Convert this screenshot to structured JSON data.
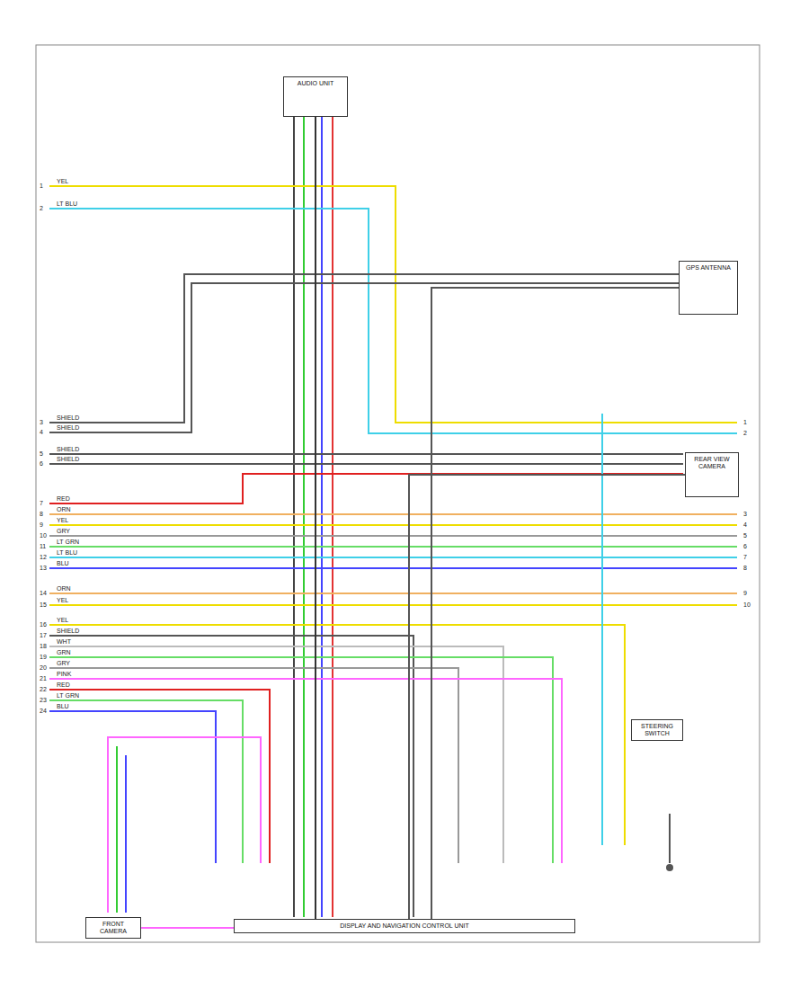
{
  "diagram": {
    "nodes": [
      {
        "text": [
          "AUDIO UNIT"
        ]
      },
      {
        "text": [
          "GPS ANTENNA"
        ]
      },
      {
        "text": [
          "REAR VIEW CAMERA"
        ]
      },
      {
        "text": [
          "DISPLAY AND NAVIGATION CONTROL UNIT"
        ]
      },
      {
        "text": [
          "FRONT CAMERA"
        ]
      },
      {
        "text": [
          "STEERING SWITCH"
        ]
      }
    ],
    "edges": [
      {
        "from": 0,
        "to": 3,
        "arrow": "none"
      },
      {
        "from": 1,
        "to": 3,
        "arrow": "none"
      },
      {
        "from": 2,
        "to": 3,
        "arrow": "none"
      },
      {
        "from": 4,
        "to": 3,
        "arrow": "none"
      }
    ],
    "labels": [
      "1",
      "YEL",
      "2",
      "LT BLU",
      "3",
      "SHIELD",
      "4",
      "SHIELD",
      "5",
      "SHIELD",
      "6",
      "SHIELD",
      "7",
      "RED",
      "8",
      "ORN",
      "9",
      "YEL",
      "10",
      "GRY",
      "11",
      "LT GRN",
      "12",
      "LT BLU",
      "13",
      "BLU",
      "14",
      "ORN",
      "15",
      "YEL",
      "16",
      "YEL",
      "17",
      "SHIELD",
      "18",
      "WHT",
      "19",
      "GRN",
      "20",
      "GRY",
      "21",
      "PINK",
      "22",
      "RED",
      "23",
      "LT GRN",
      "24",
      "BLU",
      "1",
      "2",
      "3",
      "4",
      "5",
      "6",
      "7",
      "8",
      "9",
      "10"
    ]
  }
}
